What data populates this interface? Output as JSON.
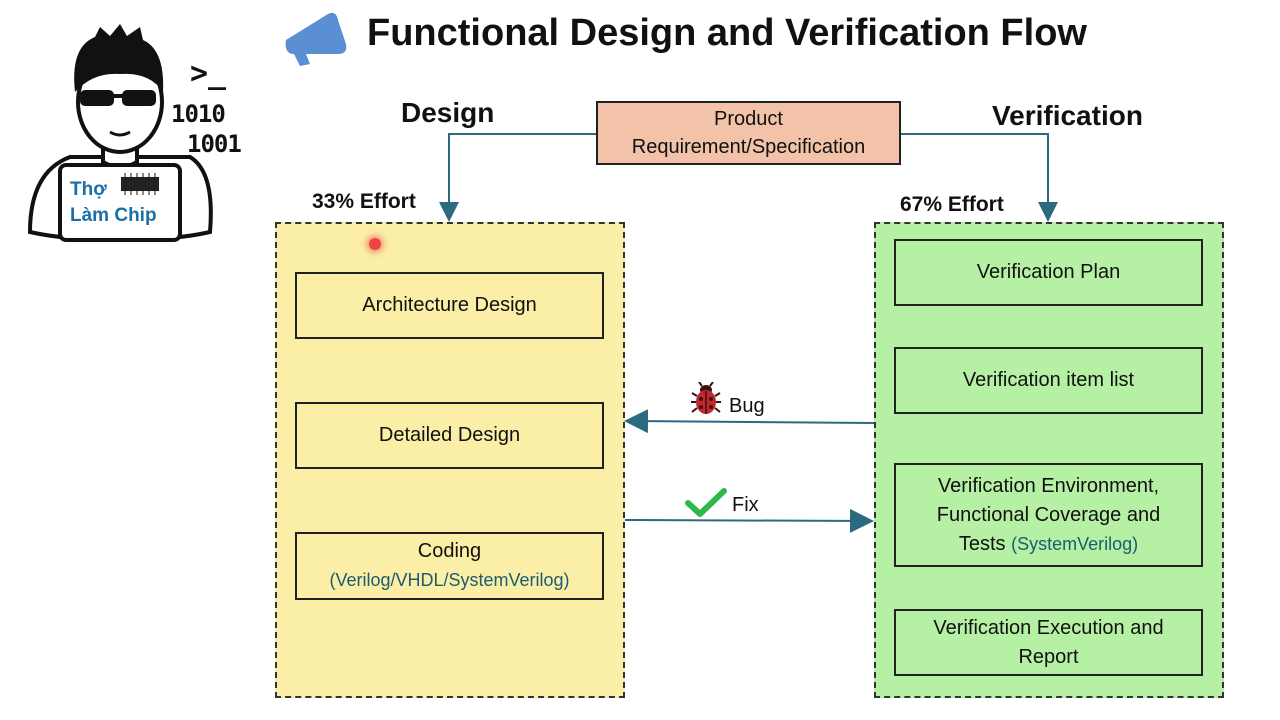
{
  "title": "Functional Design and Verification Flow",
  "logo": {
    "line1": "Thợ",
    "line2": "Làm Chip",
    "prompt": ">_",
    "bits1": "1010",
    "bits2": "1001"
  },
  "requirement": {
    "line1": "Product",
    "line2": "Requirement/Specification"
  },
  "design": {
    "heading": "Design",
    "effort": "33% Effort",
    "steps": [
      {
        "label": "Architecture Design",
        "sub": ""
      },
      {
        "label": "Detailed Design",
        "sub": ""
      },
      {
        "label": "Coding",
        "sub": "(Verilog/VHDL/SystemVerilog)"
      }
    ]
  },
  "verification": {
    "heading": "Verification",
    "effort": "67% Effort",
    "steps": [
      {
        "label": "Verification Plan"
      },
      {
        "label": "Verification item list"
      },
      {
        "label_line1": "Verification Environment,",
        "label_line2": "Functional Coverage and",
        "label_line3": "Tests",
        "sub": "(SystemVerilog)"
      },
      {
        "label_line1": "Verification Execution and",
        "label_line2": "Report"
      }
    ]
  },
  "arrows": {
    "bug_label": "Bug",
    "fix_label": "Fix"
  },
  "colors": {
    "design_fill": "#fbeea6",
    "verification_fill": "#b6f0a4",
    "requirement_fill": "#f2c3a8",
    "connector": "#2d6a80",
    "megaphone": "#5b8fd3",
    "bug": "#c0282d",
    "check": "#2fb84a"
  }
}
